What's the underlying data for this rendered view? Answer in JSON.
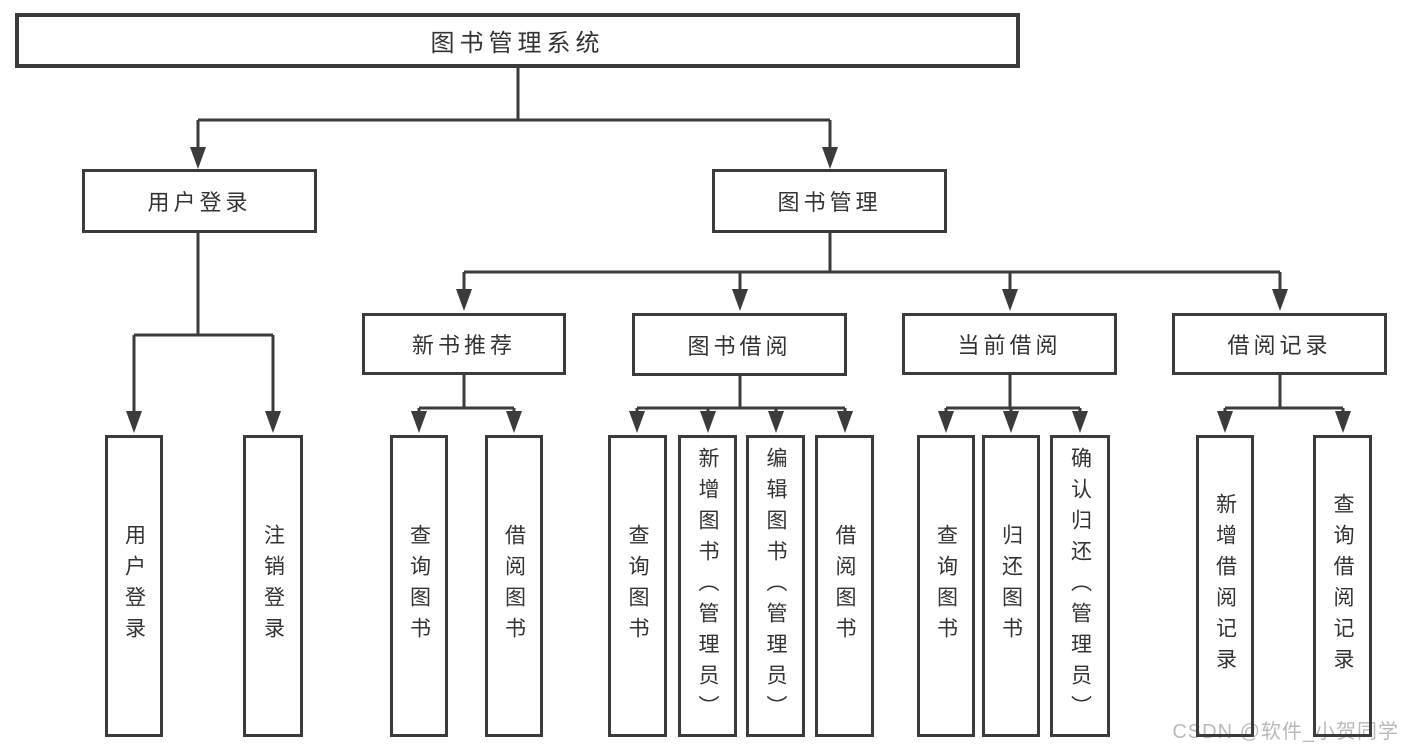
{
  "tree": {
    "root": "图书管理系统",
    "level2": {
      "user_login": "用户登录",
      "book_management": "图书管理"
    },
    "level3": {
      "new_book_recommend": "新书推荐",
      "book_borrowing": "图书借阅",
      "current_borrowing": "当前借阅",
      "borrowing_records": "借阅记录"
    },
    "leaves": {
      "user_login": [
        "用户登录",
        "注销登录"
      ],
      "new_book_recommend": [
        "查询图书",
        "借阅图书"
      ],
      "book_borrowing": [
        "查询图书",
        "新增图书（管理员）",
        "编辑图书（管理员）",
        "借阅图书"
      ],
      "current_borrowing": [
        "查询图书",
        "归还图书",
        "确认归还（管理员）"
      ],
      "borrowing_records": [
        "新增借阅记录",
        "查询借阅记录"
      ]
    }
  },
  "watermark": "CSDN @软件_小贺同学",
  "colors": {
    "line": "#3b3b3b",
    "text": "#333333",
    "watermark_gray": "#b9b9b9",
    "background": "#ffffff"
  }
}
